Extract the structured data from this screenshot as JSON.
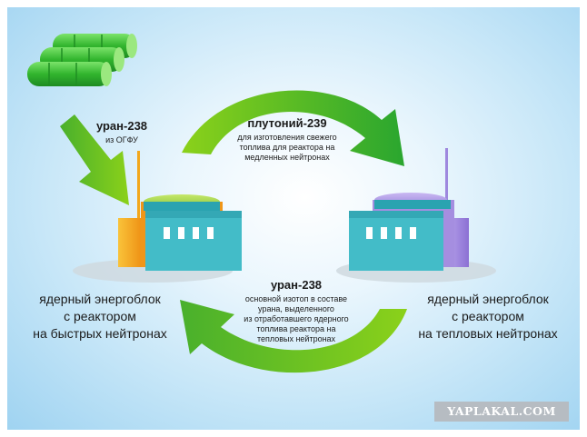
{
  "top_label": {
    "title": "уран-238",
    "subtitle": "из ОГФУ"
  },
  "top_arrow": {
    "title": "плутоний-239",
    "subtitle_lines": [
      "для изготовления свежего",
      "топлива для реактора на",
      "медленных нейтронах"
    ]
  },
  "bottom_arrow": {
    "title": "уран-238",
    "subtitle_lines": [
      "основной изотоп в составе",
      "урана, выделенного",
      "из отработавшего ядерного",
      "топлива реактора на",
      "тепловых нейтронах"
    ]
  },
  "left_unit": {
    "lines": [
      "ядерный энергоблок",
      "с реактором",
      "на быстрых нейтронах"
    ]
  },
  "right_unit": {
    "lines": [
      "ядерный энергоблок",
      "с реактором",
      "на тепловых нейтронах"
    ]
  },
  "watermark": "YAPLAKAL.COM",
  "colors": {
    "arrow": "#5fb72a",
    "cylinder": "#3fbf3a",
    "building": "#3fb7c4",
    "fast_reactor": "#f4a61c",
    "thermal_reactor": "#a58ee0"
  }
}
